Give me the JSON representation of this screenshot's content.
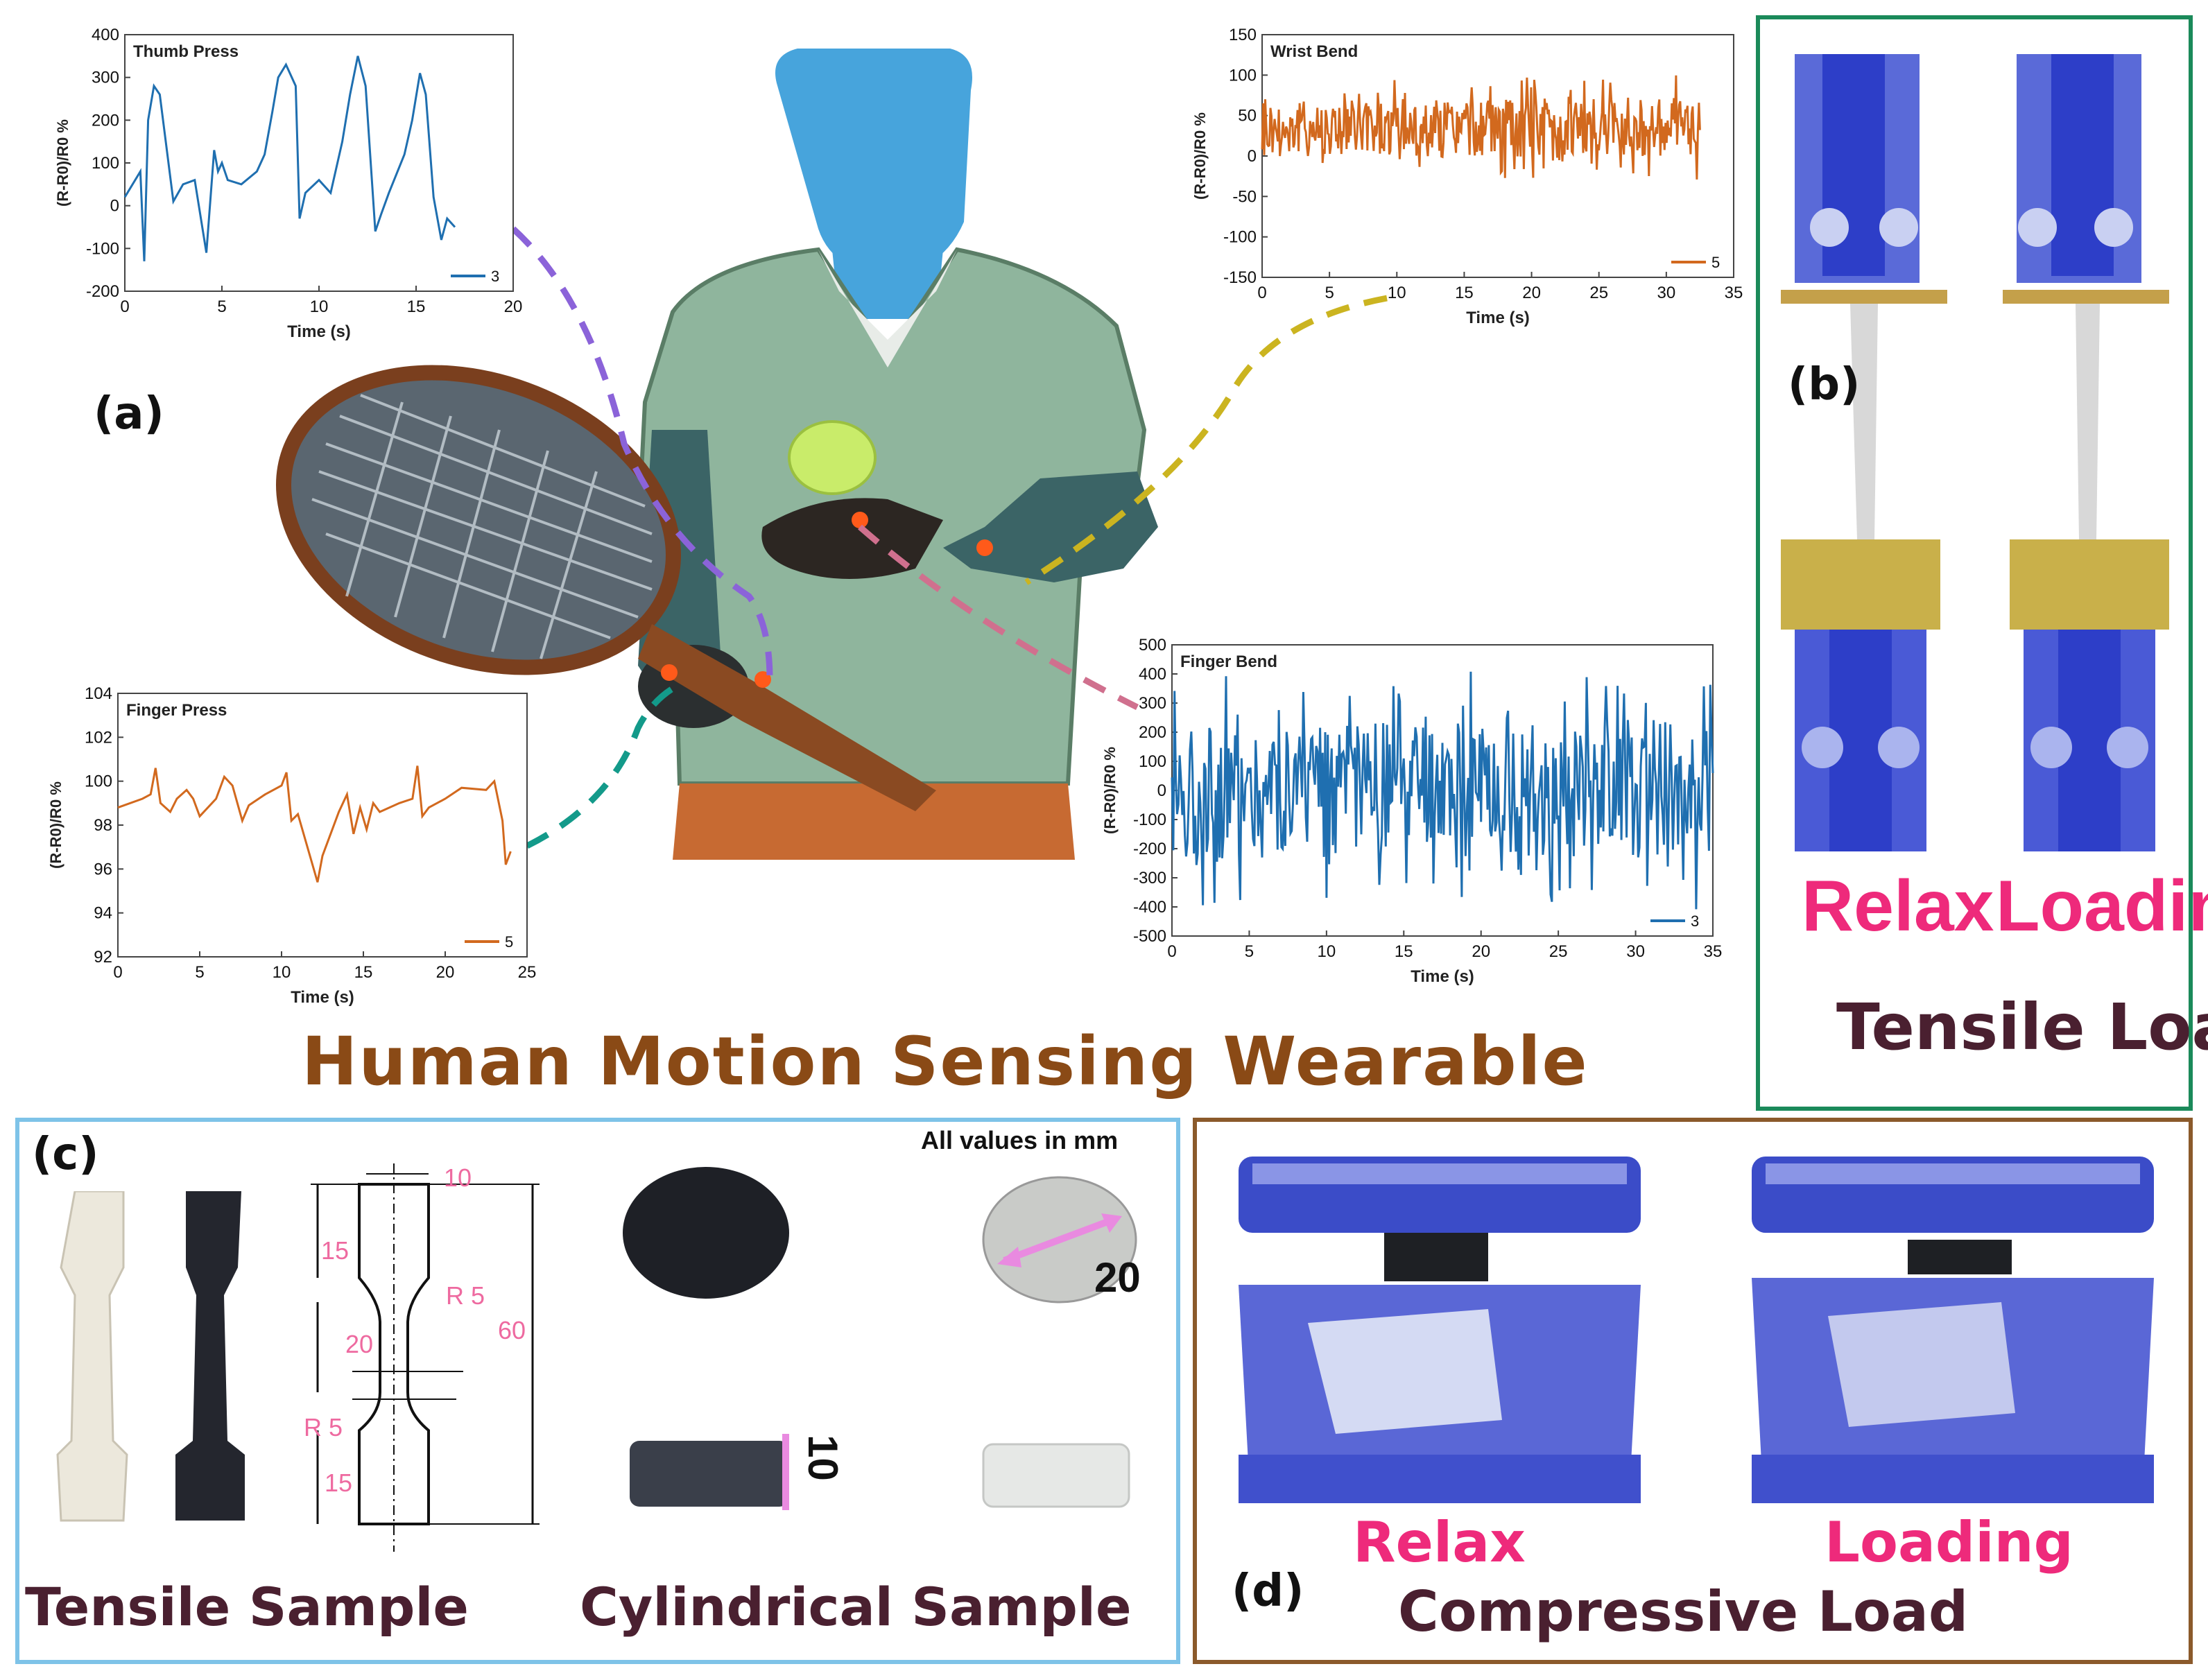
{
  "labels": {
    "a": "(a)",
    "b": "(b)",
    "c": "(c)",
    "d": "(d)"
  },
  "title_a": "Human Motion Sensing Wearable",
  "panel_b": {
    "relax": "Relax",
    "loading": "Loading",
    "caption": "Tensile Load"
  },
  "panel_c": {
    "note": "All values in mm",
    "tensile_caption": "Tensile Sample",
    "cylindrical_caption": "Cylindrical Sample",
    "dims": {
      "d10top": "10",
      "d15a": "15",
      "d20": "20",
      "d60": "60",
      "r5a": "R 5",
      "r5b": "R 5",
      "d15b": "15",
      "diameter": "20",
      "height": "10"
    }
  },
  "panel_d": {
    "relax": "Relax",
    "loading": "Loading",
    "caption": "Compressive Load"
  },
  "colors": {
    "blue_series": "#1f6fb0",
    "orange_series": "#d2691e",
    "pink": "#ee2a7b",
    "green_frame": "#1b8a5a",
    "blue_frame": "#7ec3e8",
    "brown_frame": "#8b5a2b",
    "title_brown": "#8a4a16"
  },
  "chart_data": [
    {
      "id": "thumb",
      "type": "line",
      "title": "Thumb Press",
      "xlabel": "Time (s)",
      "ylabel": "(R-R0)/R0 %",
      "xlim": [
        0,
        20
      ],
      "ylim": [
        -200,
        400
      ],
      "xticks": [
        0,
        5,
        10,
        15,
        20
      ],
      "yticks": [
        -200,
        -100,
        0,
        100,
        200,
        300,
        400
      ],
      "series": [
        {
          "name": "3",
          "color": "#1f6fb0",
          "x": [
            0,
            0.8,
            1.0,
            1.2,
            1.5,
            1.8,
            2.5,
            3.0,
            3.6,
            4.2,
            4.6,
            4.8,
            5.0,
            5.3,
            6.0,
            6.8,
            7.2,
            7.6,
            7.9,
            8.3,
            8.8,
            9.0,
            9.3,
            10.0,
            10.6,
            11.2,
            11.6,
            12.0,
            12.4,
            12.9,
            13.2,
            13.6,
            14.4,
            14.8,
            15.2,
            15.5,
            15.9,
            16.3,
            16.6,
            17.0
          ],
          "y": [
            20,
            80,
            -130,
            200,
            280,
            260,
            10,
            50,
            60,
            -110,
            130,
            80,
            100,
            60,
            50,
            80,
            120,
            220,
            300,
            330,
            280,
            -30,
            30,
            60,
            30,
            150,
            260,
            350,
            280,
            -60,
            -20,
            30,
            120,
            200,
            310,
            260,
            20,
            -80,
            -30,
            -50
          ]
        }
      ]
    },
    {
      "id": "wrist",
      "type": "line",
      "title": "Wrist Bend",
      "xlabel": "Time (s)",
      "ylabel": "(R-R0)/R0 %",
      "xlim": [
        0,
        35
      ],
      "ylim": [
        -150,
        150
      ],
      "xticks": [
        0,
        5,
        10,
        15,
        20,
        25,
        30,
        35
      ],
      "yticks": [
        -150,
        -100,
        -50,
        0,
        50,
        100,
        150
      ],
      "series": [
        {
          "name": "5",
          "color": "#d2691e",
          "x_end": 32.5,
          "band": [
            -55,
            75
          ],
          "center": 35
        }
      ]
    },
    {
      "id": "finger_press",
      "type": "line",
      "title": "Finger Press",
      "xlabel": "Time (s)",
      "ylabel": "(R-R0)/R0 %",
      "xlim": [
        0,
        25
      ],
      "ylim": [
        92,
        104
      ],
      "xticks": [
        0,
        5,
        10,
        15,
        20,
        25
      ],
      "yticks": [
        92,
        94,
        96,
        98,
        100,
        102,
        104
      ],
      "series": [
        {
          "name": "5",
          "color": "#d2691e",
          "x": [
            0,
            1.5,
            2.0,
            2.3,
            2.6,
            3.2,
            3.6,
            4.2,
            4.6,
            5.0,
            6.0,
            6.5,
            7.0,
            7.6,
            8.0,
            9.0,
            10.0,
            10.3,
            10.6,
            11.0,
            12.2,
            12.5,
            13.5,
            14.0,
            14.4,
            14.8,
            15.2,
            15.6,
            16.0,
            17.2,
            18.0,
            18.3,
            18.6,
            19.0,
            20.0,
            21.0,
            22.5,
            23.0,
            23.5,
            23.7,
            24.0
          ],
          "y": [
            98.8,
            99.2,
            99.4,
            100.6,
            99.0,
            98.6,
            99.2,
            99.6,
            99.2,
            98.4,
            99.2,
            100.2,
            99.8,
            98.2,
            98.9,
            99.4,
            99.8,
            100.4,
            98.2,
            98.5,
            95.4,
            96.6,
            98.6,
            99.4,
            97.6,
            98.8,
            97.8,
            99.0,
            98.6,
            99.0,
            99.2,
            100.7,
            98.4,
            98.8,
            99.2,
            99.7,
            99.6,
            100.0,
            98.2,
            96.2,
            96.8
          ]
        }
      ]
    },
    {
      "id": "finger_bend",
      "type": "line",
      "title": "Finger Bend",
      "xlabel": "Time (s)",
      "ylabel": "(R-R0)/R0 %",
      "xlim": [
        0,
        35
      ],
      "ylim": [
        -500,
        500
      ],
      "xticks": [
        0,
        5,
        10,
        15,
        20,
        25,
        30,
        35
      ],
      "yticks": [
        -500,
        -400,
        -300,
        -200,
        -100,
        0,
        100,
        200,
        300,
        400,
        500
      ],
      "series": [
        {
          "name": "3",
          "color": "#1f6fb0",
          "x_end": 35,
          "band": [
            -420,
            420
          ],
          "center": 0
        }
      ]
    }
  ]
}
